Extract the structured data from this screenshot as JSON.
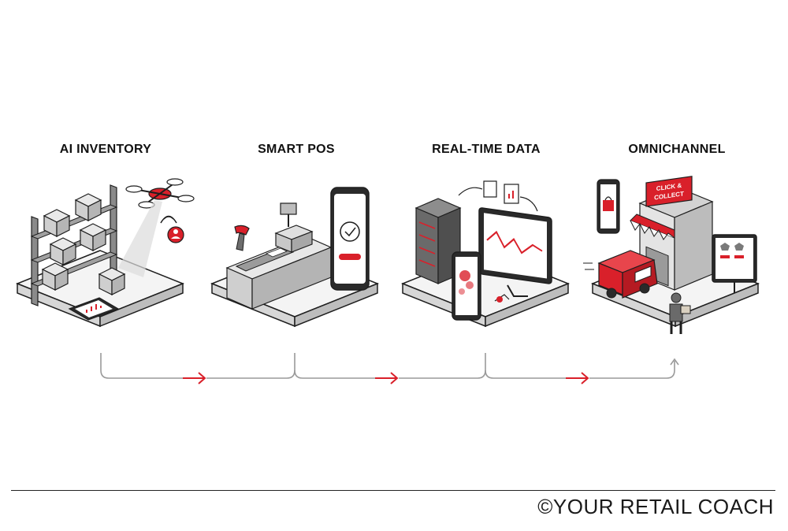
{
  "stages": [
    {
      "label": "AI INVENTORY"
    },
    {
      "label": "SMART POS"
    },
    {
      "label": "REAL-TIME DATA"
    },
    {
      "label": "OMNICHANNEL"
    }
  ],
  "store_sign": {
    "line1": "CLICK &",
    "line2": "COLLECT"
  },
  "footer": {
    "brand": "©YOUR RETAIL COACH"
  },
  "colors": {
    "accent": "#d9202a",
    "line": "#9a9a9a",
    "ink": "#1e1e1e",
    "platform": "#f2f2f2"
  }
}
